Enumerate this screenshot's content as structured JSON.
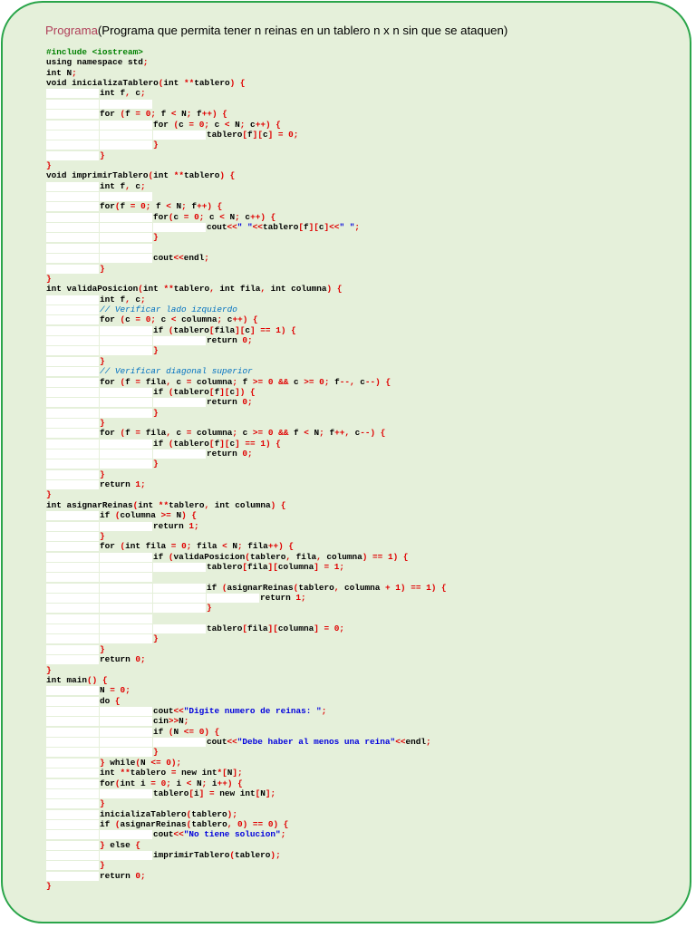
{
  "title": {
    "lead": "Programa",
    "rest": "(Programa que permita tener n reinas en un tablero n x n sin que se ataquen)"
  },
  "colors": {
    "border": "#2aa54a",
    "background": "#e5f0da",
    "operator": "#e00000",
    "string": "#0000dd",
    "comment": "#0070c0",
    "preprocessor": "#008000",
    "title_accent": "#b0405a"
  },
  "code": [
    {
      "indent": 0,
      "text": "#include <iostream>"
    },
    {
      "indent": 0,
      "text": "using namespace std;"
    },
    {
      "indent": 0,
      "text": "int N;"
    },
    {
      "indent": 0,
      "text": "void inicializaTablero(int **tablero) {"
    },
    {
      "indent": 1,
      "text": "int f, c;"
    },
    {
      "indent": 0,
      "text": ""
    },
    {
      "indent": 1,
      "text": "for (f = 0; f < N; f++) {"
    },
    {
      "indent": 2,
      "text": "for (c = 0; c < N; c++) {"
    },
    {
      "indent": 3,
      "text": "tablero[f][c] = 0;"
    },
    {
      "indent": 2,
      "text": "}"
    },
    {
      "indent": 1,
      "text": "}"
    },
    {
      "indent": 0,
      "text": "}"
    },
    {
      "indent": 0,
      "text": "void imprimirTablero(int **tablero) {"
    },
    {
      "indent": 1,
      "text": "int f, c;"
    },
    {
      "indent": 0,
      "text": ""
    },
    {
      "indent": 1,
      "text": "for(f = 0; f < N; f++) {"
    },
    {
      "indent": 2,
      "text": "for(c = 0; c < N; c++) {"
    },
    {
      "indent": 3,
      "text": "cout<<\" \"<<tablero[f][c]<<\" \";"
    },
    {
      "indent": 2,
      "text": "}"
    },
    {
      "indent": 0,
      "text": ""
    },
    {
      "indent": 2,
      "text": "cout<<endl;"
    },
    {
      "indent": 1,
      "text": "}"
    },
    {
      "indent": 0,
      "text": "}"
    },
    {
      "indent": 0,
      "text": "int validaPosicion(int **tablero, int fila, int columna) {"
    },
    {
      "indent": 1,
      "text": "int f, c;"
    },
    {
      "indent": 1,
      "text": "// Verificar lado izquierdo"
    },
    {
      "indent": 1,
      "text": "for (c = 0; c < columna; c++) {"
    },
    {
      "indent": 2,
      "text": "if (tablero[fila][c] == 1) {"
    },
    {
      "indent": 3,
      "text": "return 0;"
    },
    {
      "indent": 2,
      "text": "}"
    },
    {
      "indent": 1,
      "text": "}"
    },
    {
      "indent": 1,
      "text": "// Verificar diagonal superior"
    },
    {
      "indent": 1,
      "text": "for (f = fila, c = columna; f >= 0 && c >= 0; f--, c--) {"
    },
    {
      "indent": 2,
      "text": "if (tablero[f][c]) {"
    },
    {
      "indent": 3,
      "text": "return 0;"
    },
    {
      "indent": 2,
      "text": "}"
    },
    {
      "indent": 1,
      "text": "}"
    },
    {
      "indent": 1,
      "text": "for (f = fila, c = columna; c >= 0 && f < N; f++, c--) {"
    },
    {
      "indent": 2,
      "text": "if (tablero[f][c] == 1) {"
    },
    {
      "indent": 3,
      "text": "return 0;"
    },
    {
      "indent": 2,
      "text": "}"
    },
    {
      "indent": 1,
      "text": "}"
    },
    {
      "indent": 1,
      "text": "return 1;"
    },
    {
      "indent": 0,
      "text": "}"
    },
    {
      "indent": 0,
      "text": "int asignarReinas(int **tablero, int columna) {"
    },
    {
      "indent": 1,
      "text": "if (columna >= N) {"
    },
    {
      "indent": 2,
      "text": "return 1;"
    },
    {
      "indent": 1,
      "text": "}"
    },
    {
      "indent": 1,
      "text": "for (int fila = 0; fila < N; fila++) {"
    },
    {
      "indent": 2,
      "text": "if (validaPosicion(tablero, fila, columna) == 1) {"
    },
    {
      "indent": 3,
      "text": "tablero[fila][columna] = 1;"
    },
    {
      "indent": 0,
      "text": ""
    },
    {
      "indent": 3,
      "text": "if (asignarReinas(tablero, columna + 1) == 1) {"
    },
    {
      "indent": 4,
      "text": "return 1;"
    },
    {
      "indent": 3,
      "text": "}"
    },
    {
      "indent": 0,
      "text": ""
    },
    {
      "indent": 3,
      "text": "tablero[fila][columna] = 0;"
    },
    {
      "indent": 2,
      "text": "}"
    },
    {
      "indent": 1,
      "text": "}"
    },
    {
      "indent": 1,
      "text": "return 0;"
    },
    {
      "indent": 0,
      "text": "}"
    },
    {
      "indent": 0,
      "text": "int main() {"
    },
    {
      "indent": 1,
      "text": "N = 0;"
    },
    {
      "indent": 1,
      "text": "do {"
    },
    {
      "indent": 2,
      "text": "cout<<\"Digite numero de reinas: \";"
    },
    {
      "indent": 2,
      "text": "cin>>N;"
    },
    {
      "indent": 2,
      "text": "if (N <= 0) {"
    },
    {
      "indent": 3,
      "text": "cout<<\"Debe haber al menos una reina\"<<endl;"
    },
    {
      "indent": 2,
      "text": "}"
    },
    {
      "indent": 1,
      "text": "} while(N <= 0);"
    },
    {
      "indent": 1,
      "text": "int **tablero = new int*[N];"
    },
    {
      "indent": 1,
      "text": "for(int i = 0; i < N; i++) {"
    },
    {
      "indent": 2,
      "text": "tablero[i] = new int[N];"
    },
    {
      "indent": 1,
      "text": "}"
    },
    {
      "indent": 1,
      "text": "inicializaTablero(tablero);"
    },
    {
      "indent": 1,
      "text": "if (asignarReinas(tablero, 0) == 0) {"
    },
    {
      "indent": 2,
      "text": "cout<<\"No tiene solucion\";"
    },
    {
      "indent": 1,
      "text": "} else {"
    },
    {
      "indent": 2,
      "text": "imprimirTablero(tablero);"
    },
    {
      "indent": 1,
      "text": "}"
    },
    {
      "indent": 1,
      "text": "return 0;"
    },
    {
      "indent": 0,
      "text": "}"
    }
  ]
}
